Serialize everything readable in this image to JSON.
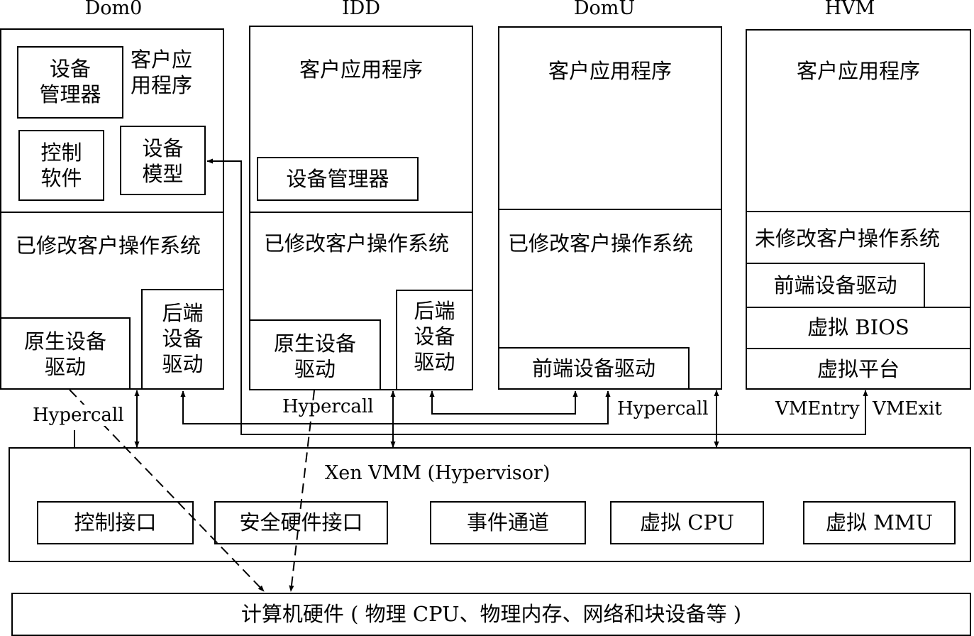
{
  "headers": {
    "dom0": "Dom0",
    "idd": "IDD",
    "domu": "DomU",
    "hvm": "HVM"
  },
  "dom0": {
    "device_manager": "设备\n管理器",
    "client_app": "客户应\n用程序",
    "control_software": "控制\n软件",
    "device_model": "设备\n模型",
    "modified_os": "已修改客户操作系统",
    "native_driver": "原生设备\n驱动",
    "backend_driver": "后端\n设备\n驱动"
  },
  "idd": {
    "client_app": "客户应用程序",
    "device_manager": "设备管理器",
    "modified_os": "已修改客户操作系统",
    "native_driver": "原生设备\n驱动",
    "backend_driver": "后端\n设备\n驱动"
  },
  "domu": {
    "client_app": "客户应用程序",
    "modified_os": "已修改客户操作系统",
    "frontend_driver": "前端设备驱动"
  },
  "hvm": {
    "client_app": "客户应用程序",
    "unmodified_os": "未修改客户操作系统",
    "frontend_driver": "前端设备驱动",
    "virtual_bios": "虚拟 BIOS",
    "virtual_platform": "虚拟平台"
  },
  "labels": {
    "hypercall_dom0": "Hypercall",
    "hypercall_idd": "Hypercall",
    "hypercall_domu": "Hypercall",
    "vmentry": "VMEntry",
    "vmexit": "VMExit"
  },
  "vmm": {
    "title": "Xen VMM (Hypervisor)",
    "control_interface": "控制接口",
    "secure_hw_interface": "安全硬件接口",
    "event_channel": "事件通道",
    "virtual_cpu": "虚拟 CPU",
    "virtual_mmu": "虚拟 MMU"
  },
  "hardware": {
    "label": "计算机硬件 ( 物理 CPU、物理内存、网络和块设备等 )"
  }
}
